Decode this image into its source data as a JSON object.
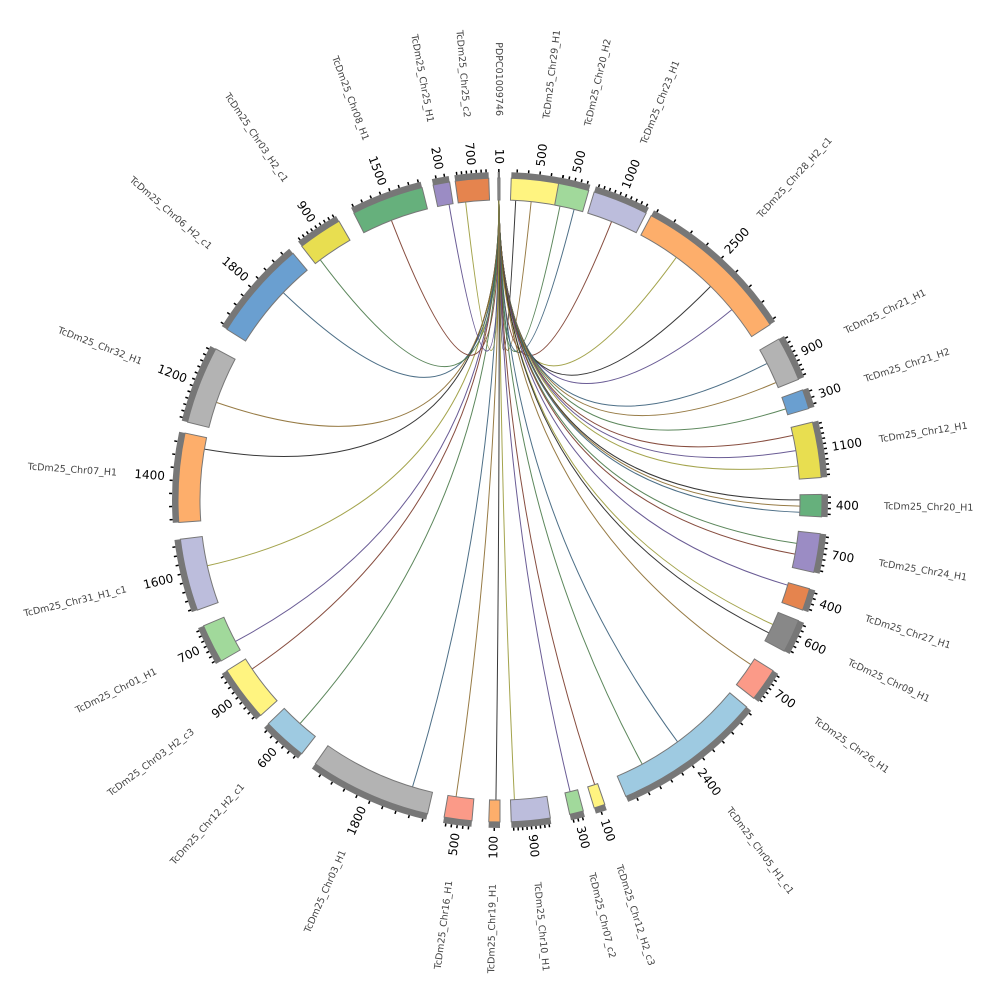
{
  "segments": [
    {
      "label": "TcDm25_Chr29_H1",
      "max": 500,
      "color": "#fff480"
    },
    {
      "label": "TcDm25_Chr20_H2",
      "max": 500,
      "color": "#a1d99b"
    },
    {
      "label": "TcDm25_Chr23_H1",
      "max": 1000,
      "color": "#bcbddc"
    },
    {
      "label": "TcDm25_Chr28_H2_c1",
      "max": 2500,
      "color": "#fdae6b"
    },
    {
      "label": "TcDm25_Chr21_H1",
      "max": 900,
      "color": "#b3b3b3"
    },
    {
      "label": "TcDm25_Chr21_H2",
      "max": 300,
      "color": "#6a9fd0"
    },
    {
      "label": "TcDm25_Chr12_H1",
      "max": 1100,
      "color": "#e8de50"
    },
    {
      "label": "TcDm25_Chr20_H1",
      "max": 400,
      "color": "#66b07c"
    },
    {
      "label": "TcDm25_Chr24_H1",
      "max": 700,
      "color": "#9b8cc4"
    },
    {
      "label": "TcDm25_Chr27_H1",
      "max": 400,
      "color": "#e5844e"
    },
    {
      "label": "TcDm25_Chr09_H1",
      "max": 600,
      "color": "#888888"
    },
    {
      "label": "TcDm25_Chr26_H1",
      "max": 700,
      "color": "#fb9a88"
    },
    {
      "label": "TcDm25_Chr05_H1_c1",
      "max": 2400,
      "color": "#9ecae1"
    },
    {
      "label": "TcDm25_Chr12_H2_c3",
      "max": 100,
      "color": "#fff480"
    },
    {
      "label": "TcDm25_Chr07_c2",
      "max": 300,
      "color": "#a1d99b"
    },
    {
      "label": "TcDm25_Chr10_H1",
      "max": 900,
      "color": "#bcbddc"
    },
    {
      "label": "TcDm25_Chr19_H1",
      "max": 100,
      "color": "#fdae6b"
    },
    {
      "label": "TcDm25_Chr16_H1",
      "max": 500,
      "color": "#fb9a88"
    },
    {
      "label": "TcDm25_Chr03_H1",
      "max": 1800,
      "color": "#b3b3b3"
    },
    {
      "label": "TcDm25_Chr12_H2_c1",
      "max": 600,
      "color": "#9ecae1"
    },
    {
      "label": "TcDm25_Chr03_H2_c3",
      "max": 900,
      "color": "#fff480"
    },
    {
      "label": "TcDm25_Chr01_H1",
      "max": 700,
      "color": "#a1d99b"
    },
    {
      "label": "TcDm25_Chr31_H1_c1",
      "max": 1600,
      "color": "#bcbddc"
    },
    {
      "label": "TcDm25_Chr07_H1",
      "max": 1400,
      "color": "#fdae6b"
    },
    {
      "label": "TcDm25_Chr32_H1",
      "max": 1200,
      "color": "#b3b3b3"
    },
    {
      "label": "TcDm25_Chr06_H2_c1",
      "max": 1800,
      "color": "#6a9fd0"
    },
    {
      "label": "TcDm25_Chr03_H2_c1",
      "max": 900,
      "color": "#e8de50"
    },
    {
      "label": "TcDm25_Chr08_H1",
      "max": 1500,
      "color": "#66b07c"
    },
    {
      "label": "TcDm25_Chr25_H1",
      "max": 200,
      "color": "#9b8cc4"
    },
    {
      "label": "TcDm25_Chr25_c2",
      "max": 700,
      "color": "#e5844e"
    },
    {
      "label": "PDPC01009746",
      "max": 10,
      "color": "#888888"
    }
  ],
  "links": [
    0,
    0,
    1,
    1,
    2,
    3,
    3,
    3,
    4,
    4,
    5,
    6,
    6,
    6,
    7,
    7,
    7,
    8,
    8,
    9,
    10,
    10,
    11,
    12,
    12,
    13,
    14,
    15,
    16,
    17,
    18,
    19,
    20,
    21,
    22,
    23,
    24,
    25,
    26,
    27,
    28,
    29
  ],
  "link_colors": [
    "#222222",
    "#8c6d31",
    "#3a5f7a",
    "#4a7a4a",
    "#7a3a2a",
    "#5a4a8a",
    "#9a9a3a"
  ]
}
